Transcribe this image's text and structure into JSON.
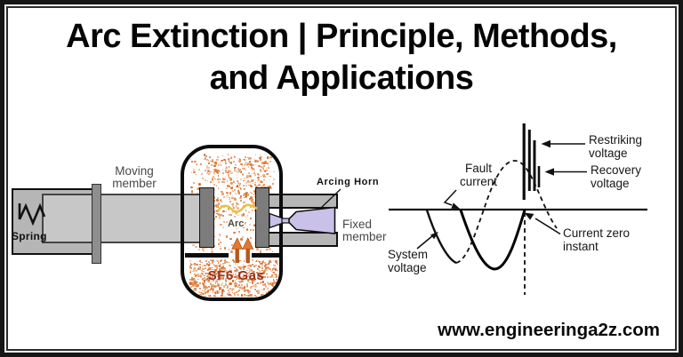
{
  "title": {
    "line1": "Arc Extinction | Principle, Methods,",
    "line2": "and Applications"
  },
  "footer": {
    "website": "www.engineeringa2z.com"
  },
  "breaker": {
    "labels": {
      "moving_member_line1": "Moving",
      "moving_member_line2": "member",
      "spring": "Spring",
      "arc": "Arc",
      "sf6_gas": "SF6 Gas",
      "arcing_horn": "Arcing Horn",
      "fixed_member_line1": "Fixed",
      "fixed_member_line2": "member"
    },
    "colors": {
      "speckle_palette": [
        "#e2813d",
        "#d96f2b",
        "#ef9f63",
        "#c86325"
      ],
      "arc_yellow": "#e8c243",
      "horn_lavender": "#c9c1e8",
      "sf6_text": "#96331f",
      "arrow_head_orange": "#e4782f",
      "arrow_stem_red": "#b4581f"
    }
  },
  "waveform": {
    "labels": {
      "fault_line1": "Fault",
      "fault_line2": "current",
      "restriking_line1": "Restriking",
      "restriking_line2": "voltage",
      "recovery_line1": "Recovery",
      "recovery_line2": "voltage",
      "zero_line1": "Current zero",
      "zero_line2": "instant",
      "system_line1": "System",
      "system_line2": "voltage"
    },
    "description": {
      "system_voltage": "sine wave: solid negative half-hump then dashed rising to positive peak at current-zero instant, then dashed falling",
      "fault_current": "thick solid negative half-cycle reaching zero at the current-zero instant",
      "restriking_voltage": "high-frequency decaying oscillation spikes at the current-zero instant",
      "recovery_voltage": "voltage level after transient, indicated on oscillation tail"
    }
  }
}
